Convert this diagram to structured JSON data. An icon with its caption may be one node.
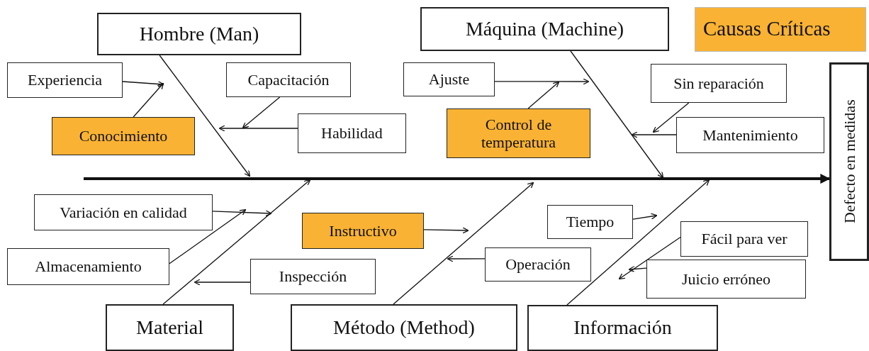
{
  "diagram": {
    "nodes": [
      {
        "text": [
          "Hombre (Man)"
        ]
      },
      {
        "text": [
          "Máquina (Machine)"
        ]
      },
      {
        "text": [
          "Defecto en medidas"
        ]
      },
      {
        "text": [
          "Experiencia"
        ]
      },
      {
        "text": [
          "Capacitación"
        ]
      },
      {
        "text": [
          "Conocimiento"
        ]
      },
      {
        "text": [
          "Habilidad"
        ]
      },
      {
        "text": [
          "Ajuste"
        ]
      },
      {
        "text": [
          "Control de temperatura"
        ]
      },
      {
        "text": [
          "Sin reparación"
        ]
      },
      {
        "text": [
          "Mantenimiento"
        ]
      },
      {
        "text": [
          "Variación en calidad"
        ]
      },
      {
        "text": [
          "Almacenamiento"
        ]
      },
      {
        "text": [
          "Instructivo"
        ]
      },
      {
        "text": [
          "Inspección"
        ]
      },
      {
        "text": [
          "Tiempo"
        ]
      },
      {
        "text": [
          "Fácil para ver"
        ]
      },
      {
        "text": [
          "Operación"
        ]
      },
      {
        "text": [
          "Juicio erróneo"
        ]
      },
      {
        "text": [
          "Material"
        ]
      },
      {
        "text": [
          "Método (Method)"
        ]
      },
      {
        "text": [
          "Información"
        ]
      }
    ],
    "edges": [
      {
        "from": null,
        "to": 2,
        "arrow": "to",
        "style": "thick"
      },
      {
        "from": 0,
        "to": null,
        "arrow": "to"
      },
      {
        "from": 1,
        "to": null,
        "arrow": "to"
      },
      {
        "from": 19,
        "to": null,
        "arrow": "to"
      },
      {
        "from": 20,
        "to": null,
        "arrow": "to"
      },
      {
        "from": 21,
        "to": null,
        "arrow": "to"
      },
      {
        "from": 3,
        "to": null,
        "arrow": "to"
      },
      {
        "from": 5,
        "to": null,
        "arrow": "to"
      },
      {
        "from": 4,
        "to": null,
        "arrow": "to"
      },
      {
        "from": 6,
        "to": null,
        "arrow": "to"
      },
      {
        "from": 7,
        "to": null,
        "arrow": "to"
      },
      {
        "from": 8,
        "to": null,
        "arrow": "to"
      },
      {
        "from": 9,
        "to": null,
        "arrow": "to"
      },
      {
        "from": 10,
        "to": null,
        "arrow": "to"
      },
      {
        "from": 11,
        "to": null,
        "arrow": "to"
      },
      {
        "from": 12,
        "to": null,
        "arrow": "to"
      },
      {
        "from": 14,
        "to": null,
        "arrow": "to"
      },
      {
        "from": 13,
        "to": null,
        "arrow": "to"
      },
      {
        "from": 17,
        "to": null,
        "arrow": "to"
      },
      {
        "from": 15,
        "to": null,
        "arrow": "to"
      },
      {
        "from": 16,
        "to": null,
        "arrow": "to"
      },
      {
        "from": 18,
        "to": null,
        "arrow": "to"
      }
    ],
    "legend": [
      {
        "text": "Causas Críticas",
        "color": "#f9b233"
      }
    ]
  }
}
